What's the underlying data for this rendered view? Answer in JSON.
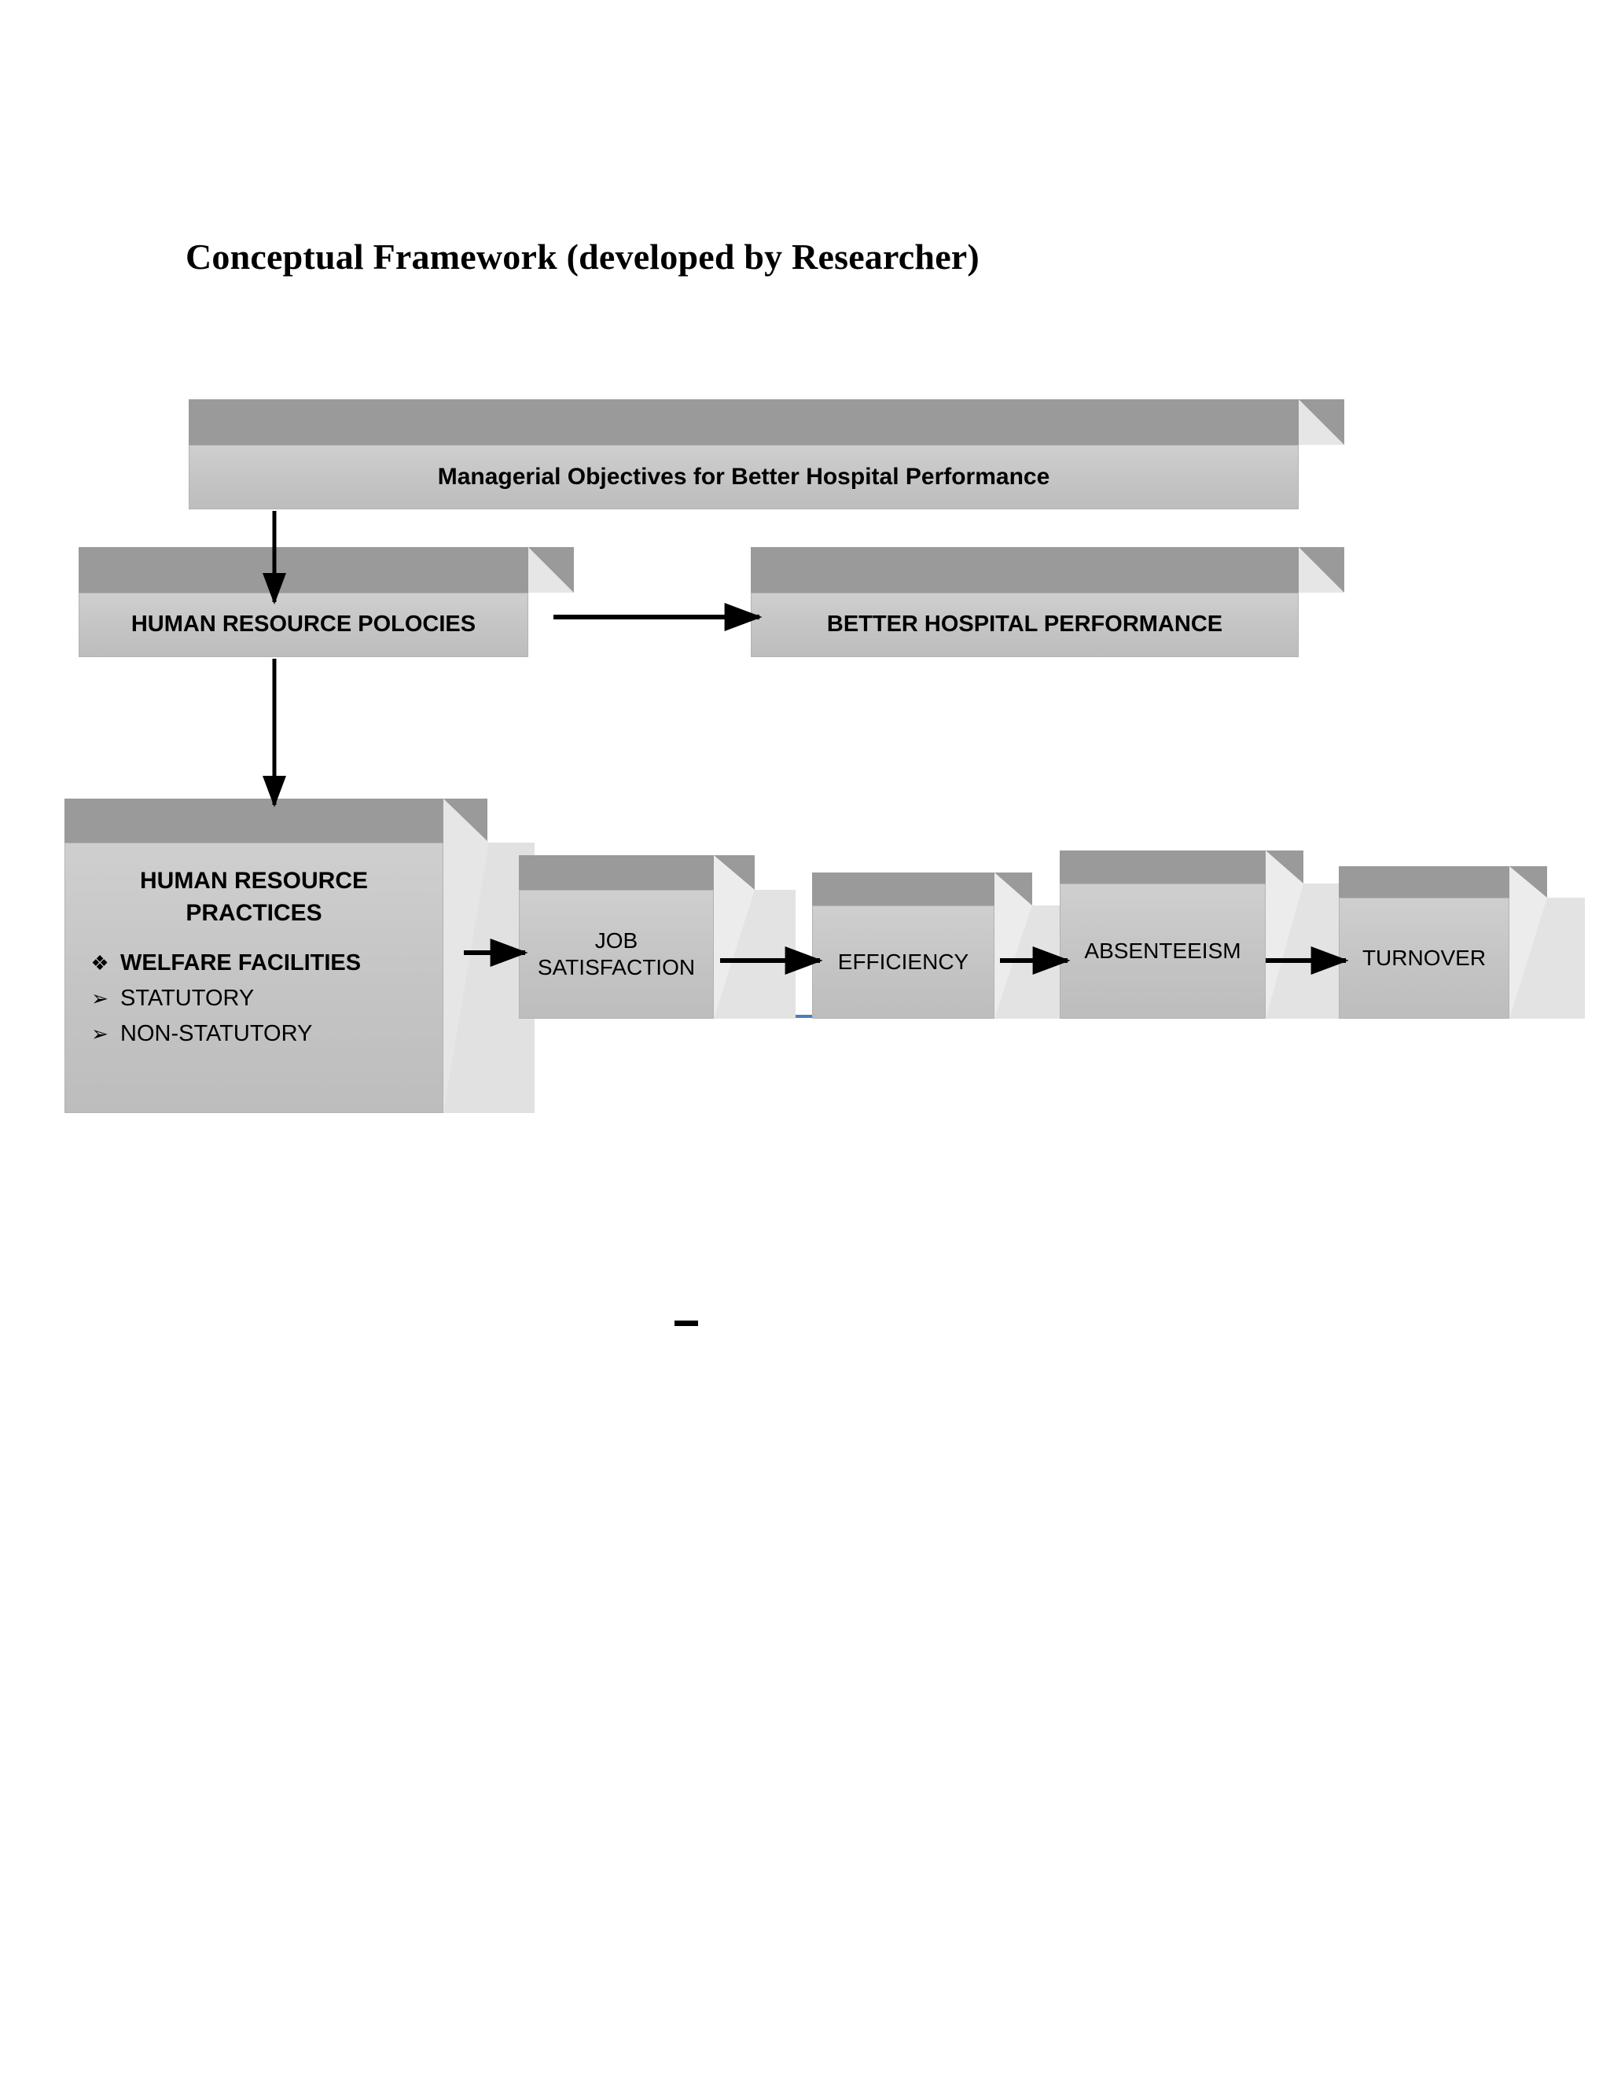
{
  "title": "Conceptual Framework  (developed by Researcher)",
  "nodes": {
    "managerial_objectives": "Managerial Objectives for Better Hospital Performance",
    "hr_policies": "HUMAN RESOURCE POLOCIES",
    "better_hospital_performance": "BETTER HOSPITAL PERFORMANCE",
    "hr_practices_line1": "HUMAN RESOURCE",
    "hr_practices_line2": "PRACTICES",
    "job_satisfaction_line1": "JOB",
    "job_satisfaction_line2": "SATISFACTION",
    "efficiency": "EFFICIENCY",
    "absenteeism": "ABSENTEEISM",
    "turnover": "TURNOVER"
  },
  "hr_practices_list": [
    {
      "bullet": "❖",
      "label": "WELFARE FACILITIES",
      "bold": true
    },
    {
      "bullet": "➢",
      "label": "STATUTORY",
      "bold": false
    },
    {
      "bullet": "➢",
      "label": "NON-STATUTORY",
      "bold": false
    }
  ],
  "colors": {
    "box_front": "#c6c6c6",
    "box_top": "#9a9a9a",
    "box_side": "#e6e6e6",
    "arrow": "#000000",
    "baseline": "#4a7ebb",
    "text": "#000000",
    "background": "#ffffff"
  },
  "artifact": {
    "dash": "–"
  }
}
